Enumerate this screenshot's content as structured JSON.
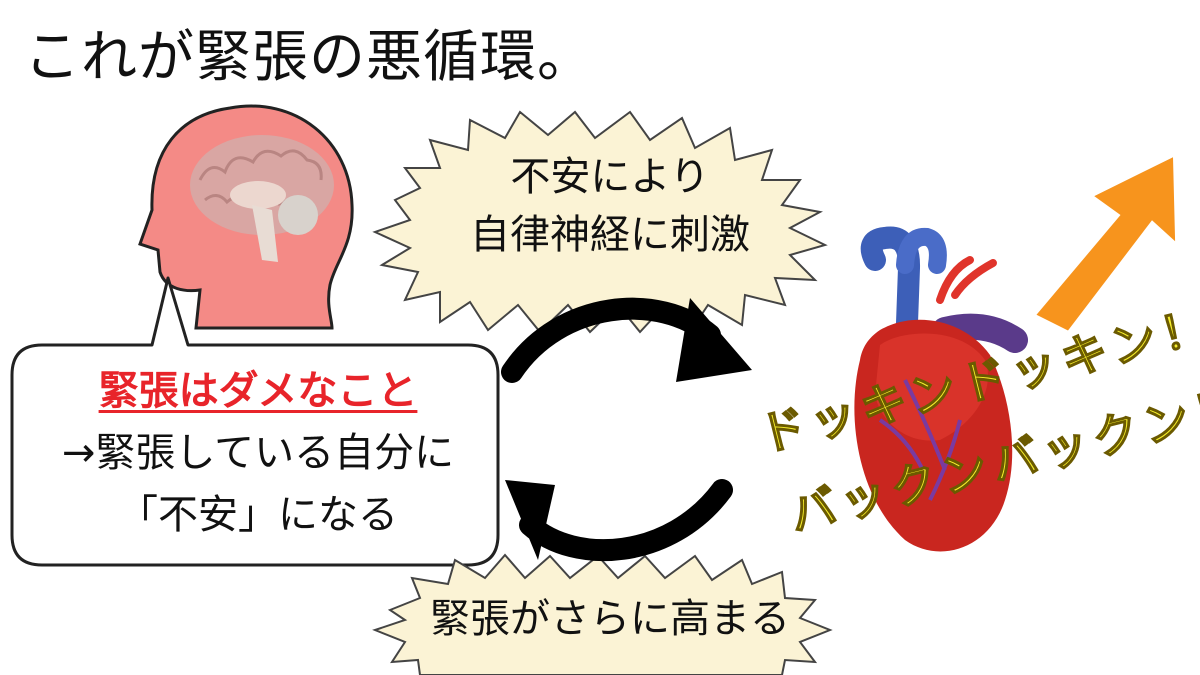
{
  "title": "これが緊張の悪循環。",
  "burst_top": {
    "line1": "不安により",
    "line2": "自律神経に刺激"
  },
  "burst_bottom": {
    "text": "緊張がさらに高まる"
  },
  "note": {
    "title": "緊張はダメなこと",
    "line1": "→緊張している自分に",
    "line2": "「不安」になる"
  },
  "heart_text": {
    "line1": "ドッキンドッキン！",
    "line2": "バックンバックン！"
  },
  "colors": {
    "head": "#f48a86",
    "note_title": "#e8242a",
    "burst_fill": "#fbf3d5",
    "arrow_orange": "#f7941d",
    "pulse_text": "#f6ee2b",
    "cycle_arrow": "#000000"
  },
  "icons": [
    "head-icon",
    "brain-icon",
    "heart-icon",
    "orange-up-arrow-icon",
    "cycle-arrow-top-icon",
    "cycle-arrow-bottom-icon"
  ]
}
